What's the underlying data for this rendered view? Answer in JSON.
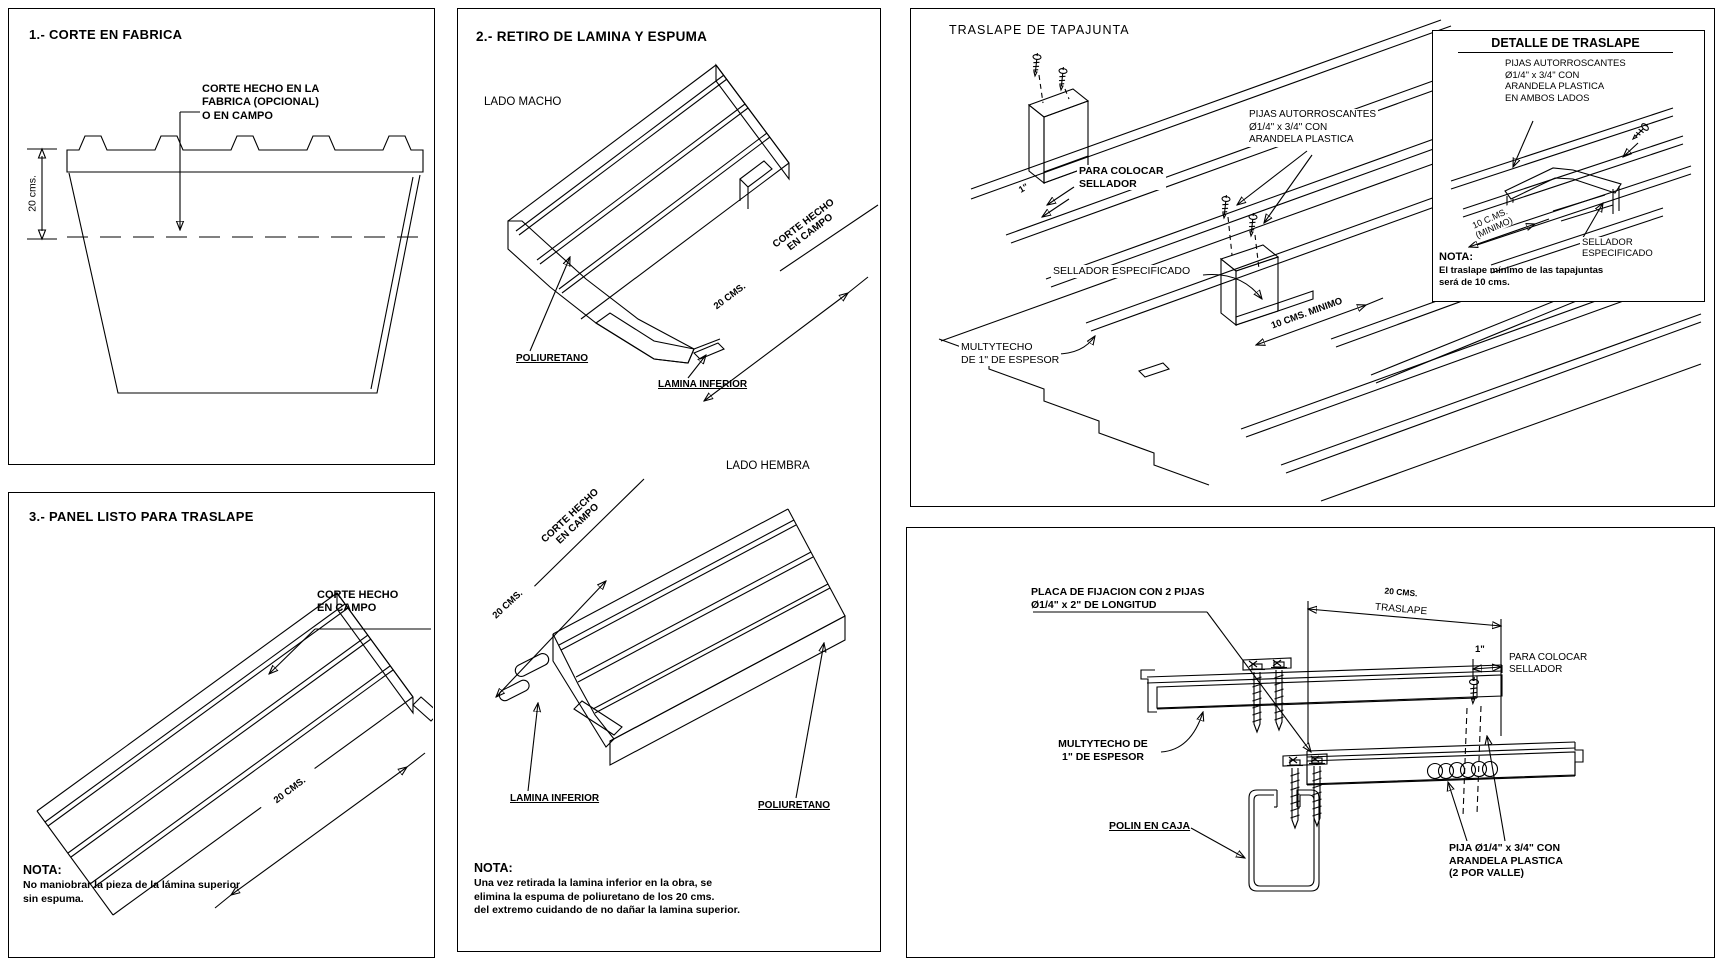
{
  "sheet": {
    "background_color": "#ffffff",
    "line_color": "#000000"
  },
  "panel1": {
    "title": "1.- CORTE EN FABRICA",
    "cut_label": "CORTE HECHO EN LA\nFABRICA (OPCIONAL)\nO EN CAMPO",
    "dim_20cms": "20 cms."
  },
  "panel2": {
    "title": "2.- RETIRO DE LAMINA Y ESPUMA",
    "lado_macho": "LADO MACHO",
    "lado_hembra": "LADO HEMBRA",
    "corte_hecho_en_campo": "CORTE HECHO\nEN CAMPO",
    "dim_20cms": "20 CMS.",
    "poliuretano": "POLIURETANO",
    "lamina_inferior": "LAMINA INFERIOR",
    "nota_title": "NOTA:",
    "nota_body": "Una vez retirada la lamina inferior en la obra, se\nelimina la espuma de poliuretano de los 20 cms.\ndel extremo cuidando de no dañar la lamina superior."
  },
  "panel3": {
    "title": "3.- PANEL LISTO PARA TRASLAPE",
    "corte_hecho_en_campo": "CORTE HECHO\nEN CAMPO",
    "dim_20cms": "20 CMS.",
    "nota_title": "NOTA:",
    "nota_body": "No maniobrar la pieza de la lámina superior\nsin espuma."
  },
  "panel4": {
    "title": "TRASLAPE DE TAPAJUNTA",
    "para_colocar_sellador": "PARA COLOCAR\nSELLADOR",
    "dim_1in": "1\"",
    "pijas_label": "PIJAS AUTORROSCANTES\nØ1/4\" x 3/4\" CON\nARANDELA PLASTICA",
    "sellador_especificado": "SELLADOR ESPECIFICADO",
    "multytecho": "MULTYTECHO\nDE 1\" DE ESPESOR",
    "dim_10cms": "10 CMS. MINIMO"
  },
  "panel5": {
    "title": "DETALLE DE TRASLAPE",
    "pijas_label": "PIJAS AUTORROSCANTES\nØ1/4\" x 3/4\" CON\nARANDELA PLASTICA\nEN AMBOS LADOS",
    "dim_10cms": "10 C.MS.\n(MINIMO)",
    "sellador_especificado": "SELLADOR\nESPECIFICADO",
    "nota_title": "NOTA:",
    "nota_body": "El traslape mínimo de las tapajuntas\nserá de 10 cms."
  },
  "panel6": {
    "placa_label": "PLACA DE FIJACION CON 2 PIJAS\nØ1/4\" x 2\" DE LONGITUD",
    "dim_20cms": "20 CMS.",
    "traslape": "TRASLAPE",
    "dim_1in": "1\"",
    "para_colocar_sellador": "PARA COLOCAR\nSELLADOR",
    "multytecho": "MULTYTECHO DE\n1\" DE ESPESOR",
    "polin_en_caja": "POLIN EN CAJA",
    "pija_label": "PIJA Ø1/4\" x 3/4\" CON\nARANDELA PLASTICA\n(2 POR VALLE)"
  }
}
